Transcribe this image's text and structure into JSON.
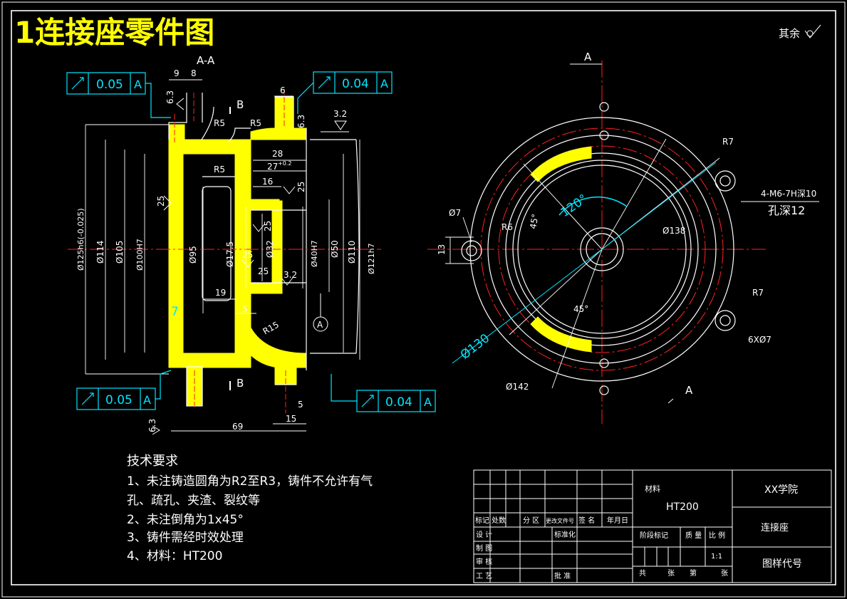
{
  "title": "1连接座零件图",
  "roughness_note": "其余",
  "colors": {
    "title": "#ffff00",
    "frame": "#ffffff",
    "cyan": "#00e5ff",
    "red": "#ff2020",
    "hatch": "#ffff00",
    "text": "#ffffff"
  },
  "section_view": {
    "label": "A-A",
    "section_mark": "B",
    "tol_frames": [
      {
        "value": "0.05",
        "datum": "A"
      },
      {
        "value": "0.04",
        "datum": "A"
      },
      {
        "value": "0.05",
        "datum": "A"
      },
      {
        "value": "0.04",
        "datum": "A"
      }
    ],
    "dims": {
      "d9": "9",
      "d8": "8",
      "d6": "6",
      "r5a": "R5",
      "r5b": "R5",
      "r5c": "R5",
      "r15": "R15",
      "d28": "28",
      "d27": "27",
      "d27tol": "+0.2",
      "d16": "16",
      "d19": "19",
      "d5": "5",
      "d5b": "5",
      "d7": "7",
      "d69": "69",
      "d15": "15",
      "dia125": "Ø125h6(-0.025)",
      "dia114": "Ø114",
      "dia105": "Ø105",
      "dia100": "Ø100H7",
      "dia95": "Ø95",
      "dia17": "Ø17.5",
      "dia32": "Ø32",
      "dia40": "Ø40H7",
      "dia50": "Ø50",
      "dia110": "Ø110",
      "dia121": "Ø121h7",
      "rough32": "3.2",
      "rough25": "25",
      "rough63": "6.3",
      "datum": "A"
    }
  },
  "front_view": {
    "label": "A",
    "dims": {
      "r7a": "R7",
      "r7b": "R7",
      "r6": "R6",
      "d7": "Ø7",
      "d13": "13",
      "angle120": "120°",
      "angle45a": "45°",
      "angle45b": "45°",
      "d138": "Ø138",
      "d130": "Ø130",
      "d142": "Ø142",
      "thread": "4-M6-7H深10",
      "hole_depth": "孔深12",
      "holes": "6XØ7"
    }
  },
  "tech_requirements": {
    "heading": "技术要求",
    "items": [
      "1、未注铸造圆角为R2至R3，铸件不允许有气",
      "孔、疏孔、夹渣、裂纹等",
      "2、未注倒角为1x45°",
      "3、铸件需经时效处理",
      "4、材料：HT200"
    ]
  },
  "title_block": {
    "material_label": "材料",
    "material": "HT200",
    "school": "XX学院",
    "part_name": "连接座",
    "drawing_no": "图样代号",
    "stage_label": "阶段标记",
    "mass_label": "质 量",
    "scale_label": "比 例",
    "scale": "1:1",
    "total": "共",
    "sheets": "张",
    "page": "第",
    "page_unit": "张",
    "rev_headers": [
      "标记",
      "处数",
      "分 区",
      "更改文件号",
      "签 名",
      "年月日"
    ],
    "left_rows": [
      "设 计",
      "制 图",
      "审 核",
      "工 艺"
    ],
    "std": "标准化",
    "approve": "批 准"
  }
}
